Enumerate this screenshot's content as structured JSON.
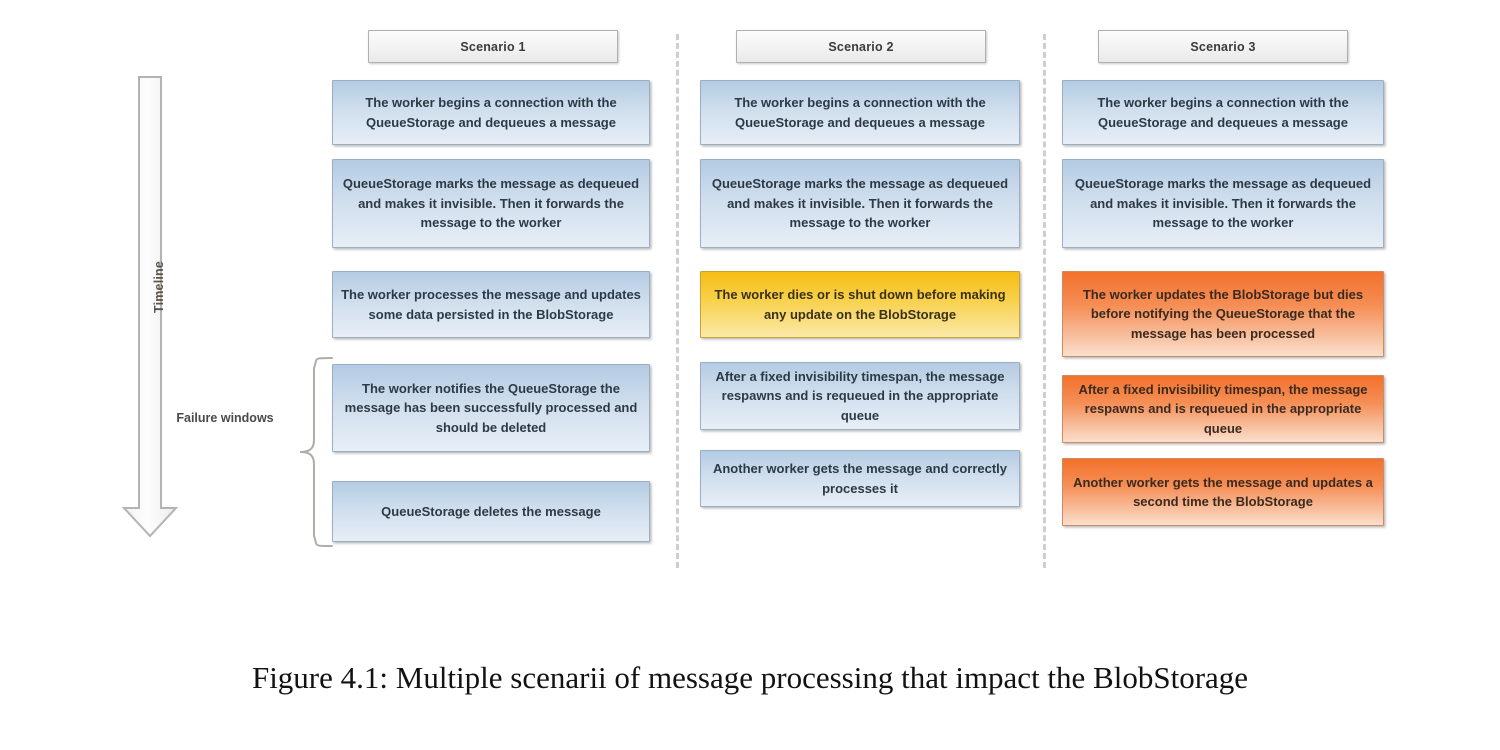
{
  "figure": {
    "caption": "Figure 4.1: Multiple scenarii of message processing that impact the BlobStorage",
    "timeline_label": "Timeline",
    "failure_label": "Failure\nwindows",
    "failure_label_line1": "Failure",
    "failure_label_line2": "windows"
  },
  "colors": {
    "blue_box_top": "#b4cbe3",
    "blue_box_bottom": "#e7eef6",
    "yellow_box_top": "#f6bd13",
    "yellow_box_bottom": "#fbe9a8",
    "orange_box_top": "#f3712c",
    "orange_box_bottom": "#fadfcd",
    "header_border": "#b0b0b0",
    "divider_dash": "#cfcfcf",
    "arrow_outline": "#b5b5b5",
    "caption_text": "#121212"
  },
  "columns": [
    {
      "header": "Scenario 1",
      "steps": [
        {
          "text": "The worker begins a connection with the QueueStorage and dequeues a message",
          "tone": "blue"
        },
        {
          "text": "QueueStorage marks the message as dequeued and makes it invisible. Then it forwards the message to the worker",
          "tone": "blue"
        },
        {
          "text": "The worker processes the message and updates some data persisted in the BlobStorage",
          "tone": "blue"
        },
        {
          "text": "The worker notifies the QueueStorage the message has been successfully processed and should be deleted",
          "tone": "blue"
        },
        {
          "text": "QueueStorage deletes the message",
          "tone": "blue"
        }
      ]
    },
    {
      "header": "Scenario 2",
      "steps": [
        {
          "text": "The worker begins a connection with the QueueStorage and dequeues a message",
          "tone": "blue"
        },
        {
          "text": "QueueStorage marks the message as dequeued and makes it invisible. Then it forwards the message to the worker",
          "tone": "blue"
        },
        {
          "text": "The worker dies or is shut down before making any update on the BlobStorage",
          "tone": "yellow"
        },
        {
          "text": "After a fixed invisibility timespan, the message respawns and is requeued in the appropriate queue",
          "tone": "blue"
        },
        {
          "text": "Another worker gets the message and correctly processes it",
          "tone": "blue"
        }
      ]
    },
    {
      "header": "Scenario 3",
      "steps": [
        {
          "text": "The worker begins a connection with the QueueStorage and dequeues a message",
          "tone": "blue"
        },
        {
          "text": "QueueStorage marks the message as dequeued and makes it invisible. Then it forwards the message to the worker",
          "tone": "blue"
        },
        {
          "text": "The worker updates the BlobStorage but dies before notifying the QueueStorage that the message has been processed",
          "tone": "orange"
        },
        {
          "text": "After a fixed invisibility timespan, the message respawns and is requeued in the appropriate queue",
          "tone": "orange"
        },
        {
          "text": "Another worker gets the message and updates a second time the BlobStorage",
          "tone": "orange"
        }
      ]
    }
  ]
}
